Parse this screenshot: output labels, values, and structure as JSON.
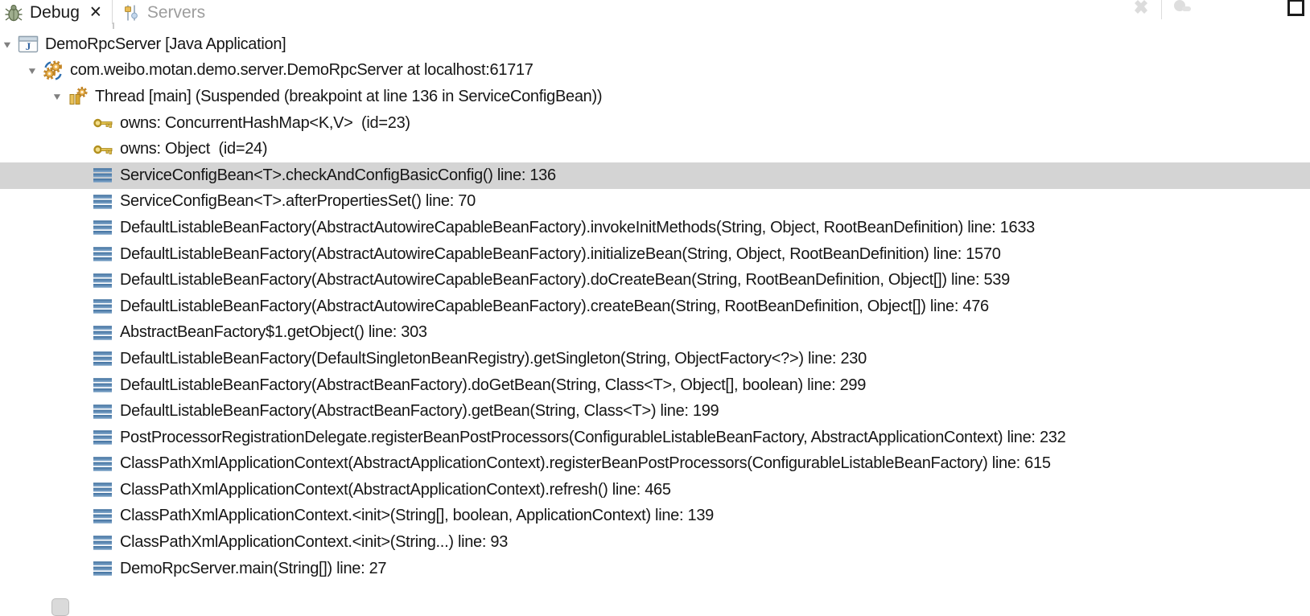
{
  "tabs": [
    {
      "label": "Debug",
      "active": true,
      "icon": "bug",
      "closable": true
    },
    {
      "label": "Servers",
      "active": false,
      "icon": "servers",
      "closable": false
    }
  ],
  "view_toolbar": {
    "icons": [
      {
        "name": "remove-all-terminated",
        "enabled": false
      },
      {
        "name": "disconnect",
        "enabled": false
      },
      {
        "name": "maximize",
        "enabled": true
      }
    ]
  },
  "colors": {
    "selection_bg": "#d4d4d4",
    "stack_frame_blue": "#4d79a6",
    "key_gold": "#d8b23c",
    "gear_orange": "#e8ab42",
    "inactive_tab_text": "#9d9d9d"
  },
  "tree": {
    "rows": [
      {
        "depth": 0,
        "expandable": true,
        "icon": "java-application",
        "selected": false,
        "text": "DemoRpcServer [Java Application]"
      },
      {
        "depth": 1,
        "expandable": true,
        "icon": "jvm",
        "selected": false,
        "text": "com.weibo.motan.demo.server.DemoRpcServer at localhost:61717"
      },
      {
        "depth": 2,
        "expandable": true,
        "icon": "thread",
        "selected": false,
        "text": "Thread [main] (Suspended (breakpoint at line 136 in ServiceConfigBean))"
      },
      {
        "depth": 3,
        "expandable": false,
        "icon": "monitor-key",
        "selected": false,
        "text": "owns: ConcurrentHashMap<K,V>  (id=23)"
      },
      {
        "depth": 3,
        "expandable": false,
        "icon": "monitor-key",
        "selected": false,
        "text": "owns: Object  (id=24)"
      },
      {
        "depth": 3,
        "expandable": false,
        "icon": "stack-frame",
        "selected": true,
        "text": "ServiceConfigBean<T>.checkAndConfigBasicConfig() line: 136"
      },
      {
        "depth": 3,
        "expandable": false,
        "icon": "stack-frame",
        "selected": false,
        "text": "ServiceConfigBean<T>.afterPropertiesSet() line: 70"
      },
      {
        "depth": 3,
        "expandable": false,
        "icon": "stack-frame",
        "selected": false,
        "text": "DefaultListableBeanFactory(AbstractAutowireCapableBeanFactory).invokeInitMethods(String, Object, RootBeanDefinition) line: 1633"
      },
      {
        "depth": 3,
        "expandable": false,
        "icon": "stack-frame",
        "selected": false,
        "text": "DefaultListableBeanFactory(AbstractAutowireCapableBeanFactory).initializeBean(String, Object, RootBeanDefinition) line: 1570"
      },
      {
        "depth": 3,
        "expandable": false,
        "icon": "stack-frame",
        "selected": false,
        "text": "DefaultListableBeanFactory(AbstractAutowireCapableBeanFactory).doCreateBean(String, RootBeanDefinition, Object[]) line: 539"
      },
      {
        "depth": 3,
        "expandable": false,
        "icon": "stack-frame",
        "selected": false,
        "text": "DefaultListableBeanFactory(AbstractAutowireCapableBeanFactory).createBean(String, RootBeanDefinition, Object[]) line: 476"
      },
      {
        "depth": 3,
        "expandable": false,
        "icon": "stack-frame",
        "selected": false,
        "text": "AbstractBeanFactory$1.getObject() line: 303"
      },
      {
        "depth": 3,
        "expandable": false,
        "icon": "stack-frame",
        "selected": false,
        "text": "DefaultListableBeanFactory(DefaultSingletonBeanRegistry).getSingleton(String, ObjectFactory<?>) line: 230"
      },
      {
        "depth": 3,
        "expandable": false,
        "icon": "stack-frame",
        "selected": false,
        "text": "DefaultListableBeanFactory(AbstractBeanFactory).doGetBean(String, Class<T>, Object[], boolean) line: 299"
      },
      {
        "depth": 3,
        "expandable": false,
        "icon": "stack-frame",
        "selected": false,
        "text": "DefaultListableBeanFactory(AbstractBeanFactory).getBean(String, Class<T>) line: 199"
      },
      {
        "depth": 3,
        "expandable": false,
        "icon": "stack-frame",
        "selected": false,
        "text": "PostProcessorRegistrationDelegate.registerBeanPostProcessors(ConfigurableListableBeanFactory, AbstractApplicationContext) line: 232"
      },
      {
        "depth": 3,
        "expandable": false,
        "icon": "stack-frame",
        "selected": false,
        "text": "ClassPathXmlApplicationContext(AbstractApplicationContext).registerBeanPostProcessors(ConfigurableListableBeanFactory) line: 615"
      },
      {
        "depth": 3,
        "expandable": false,
        "icon": "stack-frame",
        "selected": false,
        "text": "ClassPathXmlApplicationContext(AbstractApplicationContext).refresh() line: 465"
      },
      {
        "depth": 3,
        "expandable": false,
        "icon": "stack-frame",
        "selected": false,
        "text": "ClassPathXmlApplicationContext.<init>(String[], boolean, ApplicationContext) line: 139"
      },
      {
        "depth": 3,
        "expandable": false,
        "icon": "stack-frame",
        "selected": false,
        "text": "ClassPathXmlApplicationContext.<init>(String...) line: 93"
      },
      {
        "depth": 3,
        "expandable": false,
        "icon": "stack-frame",
        "selected": false,
        "text": "DemoRpcServer.main(String[]) line: 27"
      }
    ]
  }
}
